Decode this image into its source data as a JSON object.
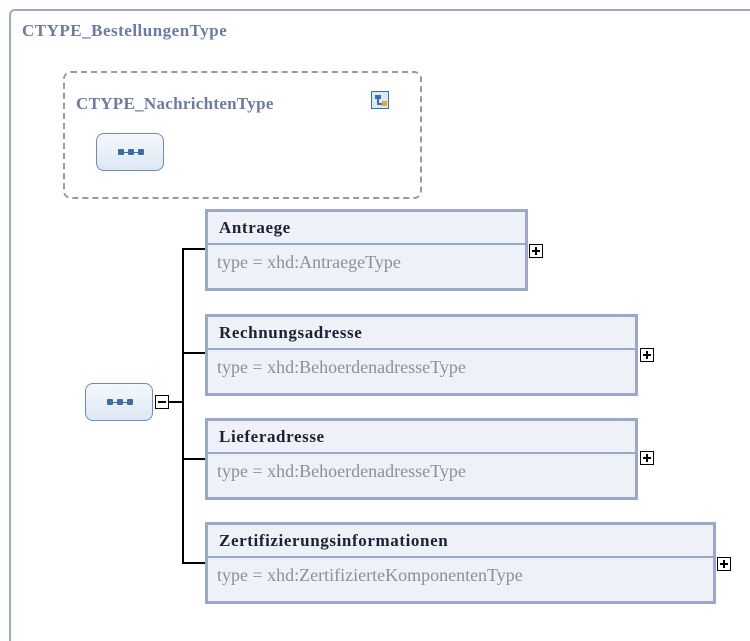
{
  "complex_type": {
    "name": "CTYPE_BestellungenType"
  },
  "attribute_group": {
    "name": "CTYPE_NachrichtenType",
    "icon": "complex-type-icon"
  },
  "sequence": {
    "icon": "sequence-icon",
    "elements": [
      {
        "name": "Antraege",
        "type": "type = xhd:AntraegeType"
      },
      {
        "name": "Rechnungsadresse",
        "type": "type = xhd:BehoerdenadresseType"
      },
      {
        "name": "Lieferadresse",
        "type": "type = xhd:BehoerdenadresseType"
      },
      {
        "name": "Zertifizierungsinformationen",
        "type": "type = xhd:ZertifizierteKomponentenType"
      }
    ]
  },
  "colors": {
    "title": "#6b7aa6",
    "element_border": "#9aa9c9",
    "element_fill": "#eef1f8",
    "type_text": "#8a8fa0"
  }
}
